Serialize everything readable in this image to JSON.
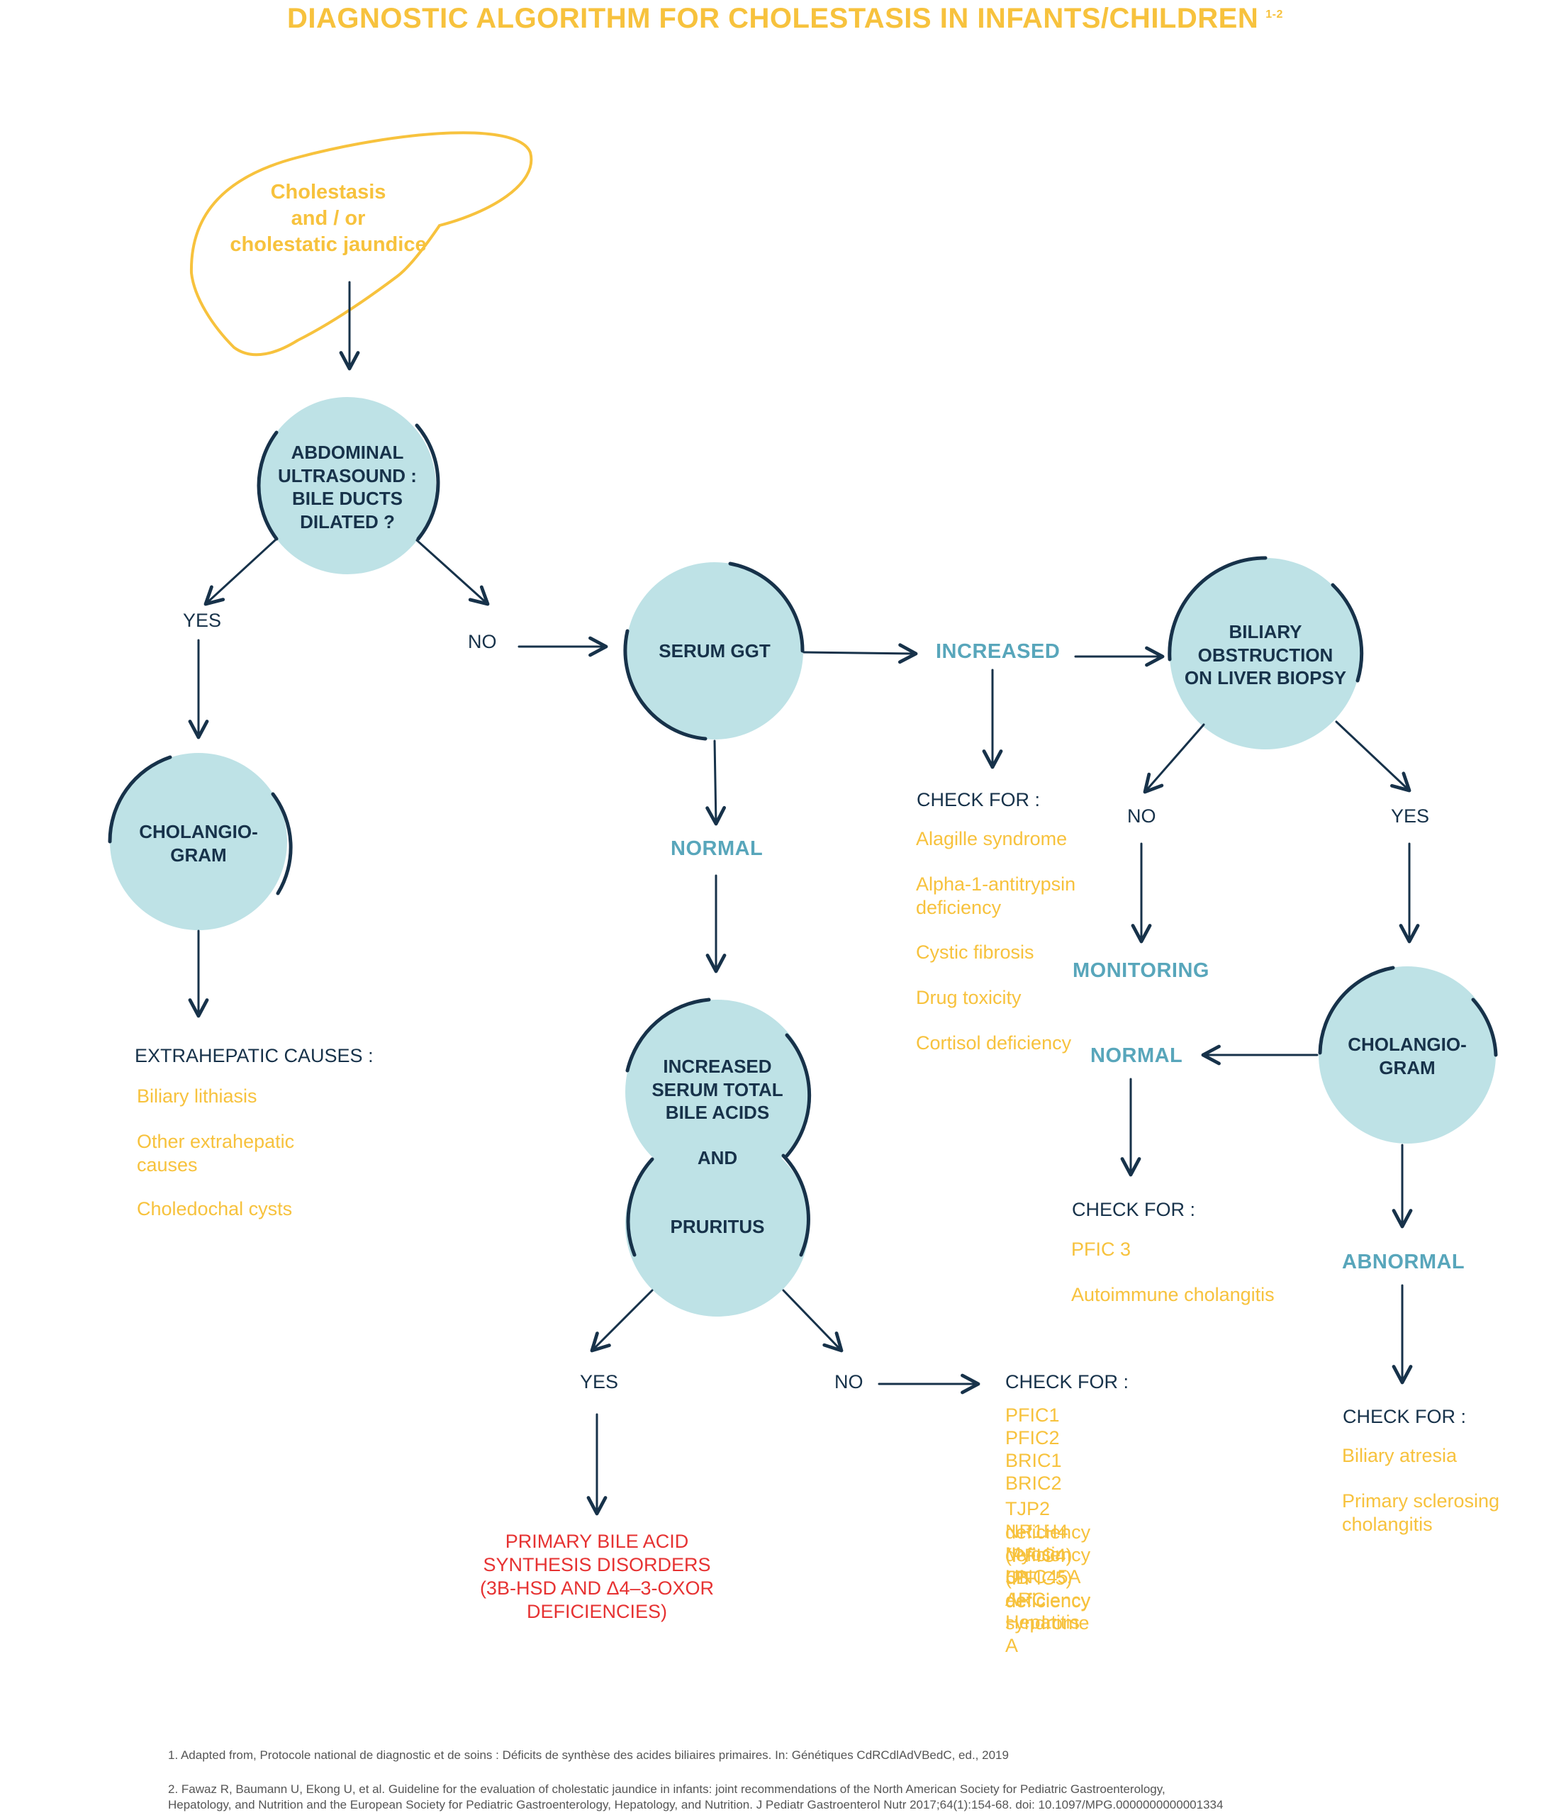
{
  "title": "DIAGNOSTIC ALGORITHM FOR CHOLESTASIS IN INFANTS/CHILDREN",
  "title_sup": "1-2",
  "colors": {
    "navy": "#17324A",
    "circle": "#BEE2E6",
    "yellow": "#F7C23D",
    "teal": "#58A6BB",
    "red": "#E63232"
  },
  "start": "Cholestasis\nand / or\ncholestatic jaundice",
  "nodes": {
    "ultrasound": "ABDOMINAL\nULTRASOUND :\nBILE DUCTS\nDILATED ?",
    "ggt": "SERUM GGT",
    "biopsy": "BILIARY\nOBSTRUCTION\nON LIVER BIOPSY",
    "cholangiogram_left": "CHOLANGIO-\nGRAM",
    "cholangiogram_right": "CHOLANGIO-\nGRAM",
    "bile_acids": "INCREASED\nSERUM TOTAL\nBILE ACIDS",
    "and": "AND",
    "pruritus": "PRURITUS"
  },
  "labels": {
    "yes1": "YES",
    "no1": "NO",
    "increased": "INCREASED",
    "normal_ggt": "NORMAL",
    "no2": "NO",
    "yes2": "YES",
    "monitoring": "MONITORING",
    "normal_chol": "NORMAL",
    "abnormal": "ABNORMAL",
    "yes3": "YES",
    "no3": "NO"
  },
  "extrahepatic": {
    "header": "EXTRAHEPATIC CAUSES :",
    "items": [
      "Biliary lithiasis",
      "Other extrahepatic\ncauses",
      "Choledochal cysts"
    ]
  },
  "check_increased": {
    "header": "CHECK FOR :",
    "items": [
      "Alagille syndrome",
      "Alpha-1-antitrypsin\ndeficiency",
      "Cystic fibrosis",
      "Drug toxicity",
      "Cortisol deficiency"
    ]
  },
  "check_normal": {
    "header": "CHECK FOR :",
    "items": [
      "PFIC 3",
      "Autoimmune cholangitis"
    ]
  },
  "check_abnormal": {
    "header": "CHECK FOR :",
    "items": [
      "Biliary atresia",
      "Primary sclerosing\ncholangitis"
    ]
  },
  "check_no": {
    "header": "CHECK FOR :",
    "items": [
      "PFIC1",
      "PFIC2",
      "BRIC1",
      "BRIC2",
      "TJP2 deficiency (PFIC4)",
      "NR1H4 deficiency (PFIC5)",
      "Myosin 5B deficiency",
      "UNC45A deficiency",
      "ARC syndrome",
      "Hepatitis A"
    ]
  },
  "primary": "PRIMARY BILE ACID\nSYNTHESIS DISORDERS\n(3B-HSD AND Δ4–3-OXOR\nDEFICIENCIES)",
  "references": [
    "1. Adapted from, Protocole national de diagnostic et de soins : Déficits de synthèse des acides biliaires primaires. In: Génétiques CdRCdlAdVBedC, ed., 2019",
    "2. Fawaz R, Baumann U, Ekong U, et al. Guideline for the evaluation of cholestatic jaundice in infants: joint recommendations of the North American Society for Pediatric Gastroenterology,\nHepatology, and Nutrition and the European Society for Pediatric Gastroenterology, Hepatology, and Nutrition. J Pediatr Gastroenterol Nutr 2017;64(1):154-68. doi: 10.1097/MPG.0000000000001334"
  ]
}
